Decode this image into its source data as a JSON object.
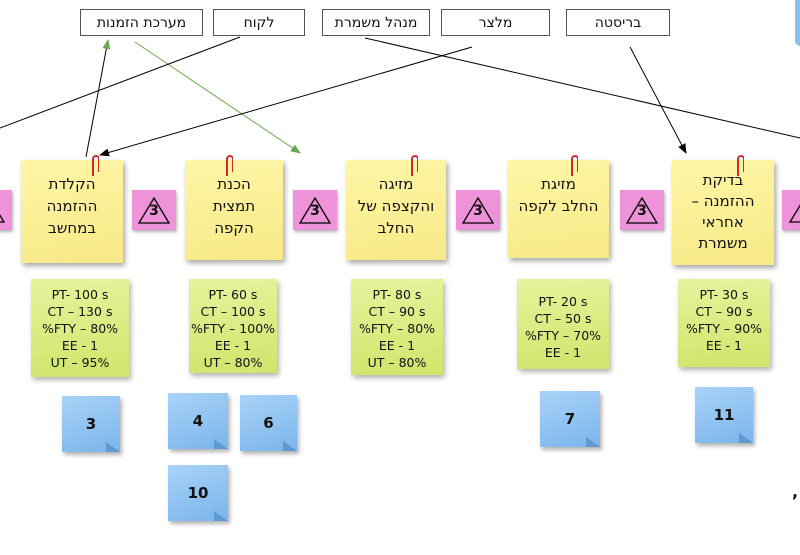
{
  "roles": [
    {
      "id": "ordering-system",
      "label": "מערכת הזמנות"
    },
    {
      "id": "customer",
      "label": "לקוח"
    },
    {
      "id": "shift-manager",
      "label": "מנהל משמרת"
    },
    {
      "id": "waiter",
      "label": "מלצר"
    },
    {
      "id": "barista",
      "label": "בריסטה"
    }
  ],
  "steps": [
    {
      "id": "order-entry",
      "lines": [
        "הקלדת",
        "ההזמנה",
        "במחשב"
      ],
      "metrics": [
        "PT- 100 s",
        "CT – 130 s",
        "%FTY – 80%",
        "EE - 1",
        "UT – 95%"
      ]
    },
    {
      "id": "coffee-prep",
      "lines": [
        "הכנת",
        "תמצית",
        "הקפה"
      ],
      "metrics": [
        "PT- 60 s",
        "CT – 100 s",
        "%FTY – 100%",
        "EE - 1",
        "UT – 80%"
      ]
    },
    {
      "id": "milk-pour",
      "lines": [
        "מזיגה",
        "והקצפה של",
        "החלב"
      ],
      "metrics": [
        "PT- 80 s",
        "CT – 90 s",
        "%FTY – 80%",
        "EE - 1",
        "UT – 80%"
      ]
    },
    {
      "id": "milk-into-coffee",
      "lines": [
        "מזיגת",
        "החלב לקפה"
      ],
      "metrics": [
        "PT- 20 s",
        "CT – 50 s",
        "%FTY – 70%",
        "EE - 1"
      ]
    },
    {
      "id": "order-check",
      "lines": [
        "בדיקת",
        "ההזמנה –",
        "אחראי",
        "משמרת"
      ],
      "metrics": [
        "PT- 30 s",
        "CT – 90 s",
        "%FTY – 90%",
        "EE - 1"
      ]
    }
  ],
  "inventory": [
    "3",
    "3",
    "3",
    "3",
    "3"
  ],
  "issue_notes": [
    "3",
    "4",
    "6",
    "10",
    "7",
    "11"
  ],
  "stray_mark": ","
}
